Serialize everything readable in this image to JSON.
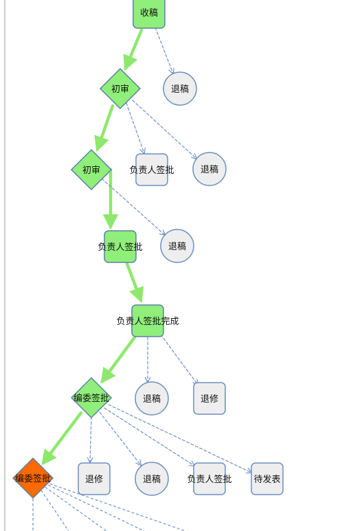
{
  "colors": {
    "node_active": "#90ee7a",
    "node_active_stroke": "#5a7fa8",
    "node_inactive": "#eeeeee",
    "node_inactive_stroke": "#6a8fc0",
    "node_current": "#ff6a00",
    "edge_active": "#8ee86d",
    "edge_inactive": "#6c8fc6",
    "left_rule": "#999999"
  },
  "nodes": [
    {
      "id": "n_shougao",
      "label": "收稿",
      "shape": "rect",
      "state": "active"
    },
    {
      "id": "n_tuigao_1",
      "label": "退稿",
      "shape": "circle",
      "state": "inactive"
    },
    {
      "id": "n_chushen_1",
      "label": "初审",
      "shape": "diamond",
      "state": "active"
    },
    {
      "id": "n_chushen_2",
      "label": "初审",
      "shape": "diamond",
      "state": "active"
    },
    {
      "id": "n_fzr_1",
      "label": "负责人签批",
      "shape": "rect",
      "state": "inactive"
    },
    {
      "id": "n_tuigao_2",
      "label": "退稿",
      "shape": "circle",
      "state": "inactive"
    },
    {
      "id": "n_fzr_2",
      "label": "负责人签批",
      "shape": "rect",
      "state": "active"
    },
    {
      "id": "n_tuigao_3",
      "label": "退稿",
      "shape": "circle",
      "state": "inactive"
    },
    {
      "id": "n_fzr_done",
      "label": "负责人签批完成",
      "shape": "rect",
      "state": "active"
    },
    {
      "id": "n_tuigao_4",
      "label": "退稿",
      "shape": "circle",
      "state": "inactive"
    },
    {
      "id": "n_tuixiu_1",
      "label": "退修",
      "shape": "rect",
      "state": "inactive"
    },
    {
      "id": "n_bianwei_1",
      "label": "编委签批",
      "shape": "diamond",
      "state": "active"
    },
    {
      "id": "n_bianwei_2",
      "label": "编委签批",
      "shape": "diamond",
      "state": "current"
    },
    {
      "id": "n_tuixiu_2",
      "label": "退修",
      "shape": "rect",
      "state": "inactive"
    },
    {
      "id": "n_tuigao_5",
      "label": "退稿",
      "shape": "circle",
      "state": "inactive"
    },
    {
      "id": "n_fzr_3",
      "label": "负责人签批",
      "shape": "rect",
      "state": "inactive"
    },
    {
      "id": "n_daifabiao",
      "label": "待发表",
      "shape": "rect",
      "state": "inactive"
    }
  ],
  "edges": [
    {
      "from": "n_shougao",
      "to": "n_chushen_1",
      "state": "active"
    },
    {
      "from": "n_shougao",
      "to": "n_tuigao_1",
      "state": "inactive"
    },
    {
      "from": "n_chushen_1",
      "to": "n_chushen_2",
      "state": "active"
    },
    {
      "from": "n_chushen_1",
      "to": "n_fzr_1",
      "state": "inactive"
    },
    {
      "from": "n_chushen_1",
      "to": "n_tuigao_2",
      "state": "inactive"
    },
    {
      "from": "n_chushen_2",
      "to": "n_fzr_2",
      "state": "active"
    },
    {
      "from": "n_chushen_2",
      "to": "n_tuigao_3",
      "state": "inactive"
    },
    {
      "from": "n_fzr_2",
      "to": "n_fzr_done",
      "state": "active"
    },
    {
      "from": "n_fzr_done",
      "to": "n_bianwei_1",
      "state": "active"
    },
    {
      "from": "n_fzr_done",
      "to": "n_tuigao_4",
      "state": "inactive"
    },
    {
      "from": "n_fzr_done",
      "to": "n_tuixiu_1",
      "state": "inactive"
    },
    {
      "from": "n_bianwei_1",
      "to": "n_bianwei_2",
      "state": "active"
    },
    {
      "from": "n_bianwei_1",
      "to": "n_tuixiu_2",
      "state": "inactive"
    },
    {
      "from": "n_bianwei_1",
      "to": "n_tuigao_5",
      "state": "inactive"
    },
    {
      "from": "n_bianwei_1",
      "to": "n_fzr_3",
      "state": "inactive"
    },
    {
      "from": "n_bianwei_1",
      "to": "n_daifabiao",
      "state": "inactive"
    }
  ]
}
